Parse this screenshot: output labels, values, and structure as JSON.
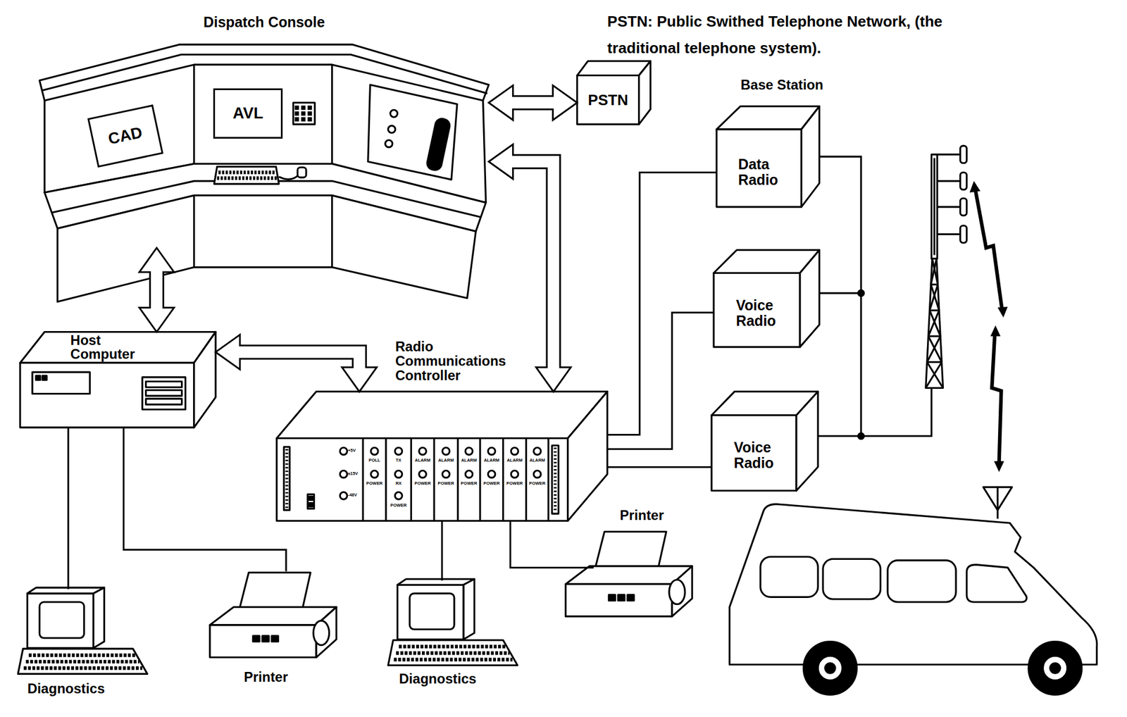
{
  "diagram": {
    "nodes": [
      {
        "text": [
          "Dispatch Console"
        ]
      },
      {
        "text": [
          "CAD"
        ],
        "in": 0
      },
      {
        "text": [
          "AVL"
        ],
        "in": 0
      },
      {
        "text": [
          "PSTN"
        ]
      },
      {
        "text": [
          "Data Radio"
        ]
      },
      {
        "text": [
          "Voice Radio"
        ]
      },
      {
        "text": [
          "Host Computer"
        ]
      },
      {
        "text": [
          "Radio Communications Controller"
        ]
      },
      {
        "text": [
          "Voice Radio"
        ]
      },
      {
        "text": [
          "Printer"
        ]
      },
      {
        "text": [
          "Diagnostics"
        ]
      },
      {
        "text": [
          "Printer"
        ]
      },
      {
        "text": [
          "Diagnostics"
        ]
      }
    ],
    "edges": [
      {
        "from": 0,
        "to": 3,
        "arrow": "both"
      },
      {
        "from": 0,
        "to": 6,
        "arrow": "both"
      },
      {
        "from": 6,
        "to": 7,
        "arrow": "both"
      },
      {
        "from": 0,
        "to": 7,
        "arrow": "both"
      },
      {
        "from": 7,
        "to": 4,
        "arrow": "none"
      },
      {
        "from": 7,
        "to": 5,
        "arrow": "none"
      },
      {
        "from": 7,
        "to": 8,
        "arrow": "none"
      },
      {
        "from": 6,
        "to": 10,
        "arrow": "none"
      },
      {
        "from": 6,
        "to": 11,
        "arrow": "none"
      },
      {
        "from": 7,
        "to": 12,
        "arrow": "none"
      },
      {
        "from": 7,
        "to": 9,
        "arrow": "none"
      }
    ],
    "labels": [
      "PSTN: Public Swithed Telephone Network, (the traditional telephone system).",
      "Base Station",
      "+5V",
      "±15V",
      "-48V",
      "POLL",
      "POWER",
      "TX",
      "RX",
      "POWER",
      "ALARM",
      "POWER",
      "ALARM",
      "POWER",
      "ALARM",
      "POWER",
      "ALARM",
      "POWER",
      "ALARM",
      "POWER",
      "ALARM",
      "POWER"
    ]
  }
}
